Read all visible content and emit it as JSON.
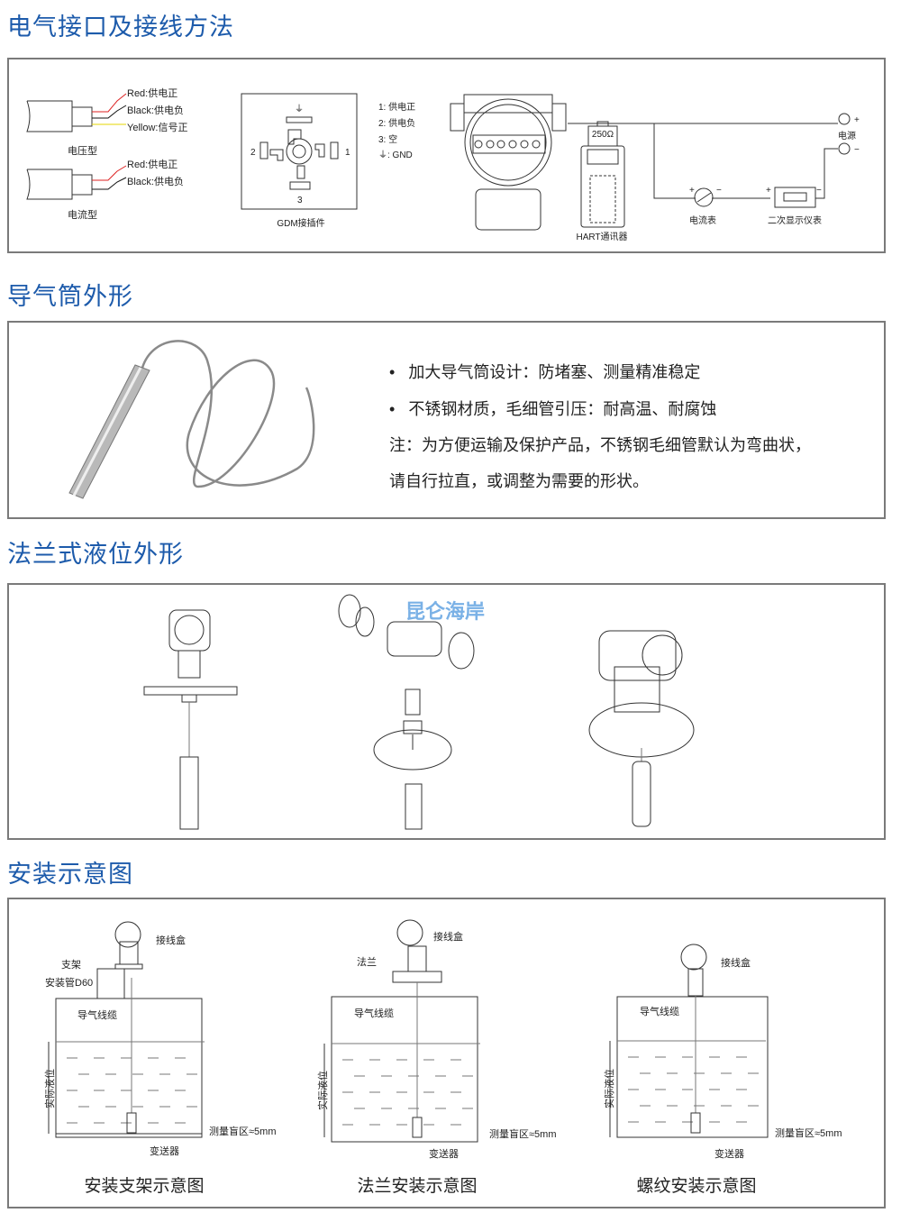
{
  "sections": [
    {
      "title": "电气接口及接线方法"
    },
    {
      "title": "导气筒外形"
    },
    {
      "title": "法兰式液位外形"
    },
    {
      "title": "安装示意图"
    }
  ],
  "wiring": {
    "voltage": {
      "wires": [
        "Red:供电正",
        "Black:供电负",
        "Yellow:信号正"
      ],
      "label": "电压型"
    },
    "current": {
      "wires": [
        "Red:供电正",
        "Black:供电负"
      ],
      "label": "电流型"
    },
    "connector": {
      "caption": "GDM接插件",
      "pins": [
        "1",
        "2",
        "3"
      ],
      "ground": "⏚"
    },
    "pin_list": [
      "1: 供电正",
      "2: 供电负",
      "3: 空",
      "⏚: GND"
    ],
    "circuit": {
      "resistor": "250Ω",
      "hart": "HART通讯器",
      "ammeter": "电流表",
      "display": "二次显示仪表",
      "power": "电源",
      "plus": "+",
      "minus": "−"
    }
  },
  "airtube": {
    "features": [
      "加大导气筒设计：防堵塞、测量精准稳定",
      "不锈钢材质，毛细管引压：耐高温、耐腐蚀"
    ],
    "bullet": "•",
    "note": [
      "注：为方便运输及保护产品，不锈钢毛细管默认为弯曲状，",
      "请自行拉直，或调整为需要的形状。"
    ]
  },
  "flange": {
    "watermark": "昆仑海岸"
  },
  "install": {
    "common": {
      "junction_box": "接线盒",
      "cable": "导气线缆",
      "level": "实际液位",
      "blind": "测量盲区≈5mm",
      "transmitter": "变送器"
    },
    "bracket": {
      "support": "支架",
      "pipe": "安装管D60",
      "caption": "安装支架示意图"
    },
    "flange": {
      "flange": "法兰",
      "caption": "法兰安装示意图"
    },
    "thread": {
      "caption": "螺纹安装示意图"
    }
  }
}
